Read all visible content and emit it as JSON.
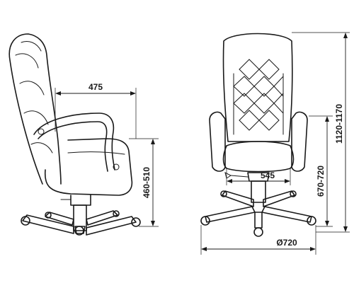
{
  "dimensions": {
    "seat_depth": "475",
    "seat_height": "460-510",
    "seat_width": "545",
    "armrest_height": "670-720",
    "total_height": "1120-1170",
    "base_diameter": "Ø720"
  }
}
